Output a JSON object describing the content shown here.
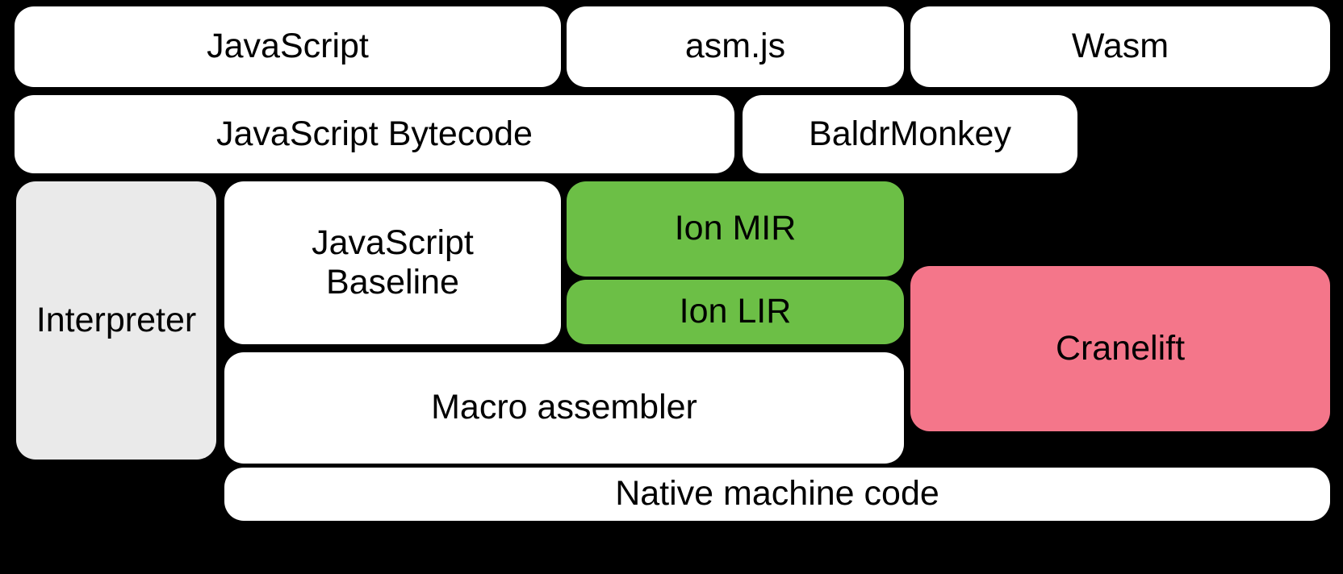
{
  "diagram": {
    "title": "SpiderMonkey JavaScript and WebAssembly compilation pipeline",
    "background_color": "#000000",
    "palette": {
      "white": "#ffffff",
      "gray": "#eaeaea",
      "green": "#6cbf46",
      "pink": "#f4768a",
      "text": "#000000"
    },
    "rows": [
      {
        "name": "source-languages",
        "boxes": [
          {
            "id": "javascript",
            "label": "JavaScript",
            "color": "white"
          },
          {
            "id": "asm-js",
            "label": "asm.js",
            "color": "white"
          },
          {
            "id": "wasm",
            "label": "Wasm",
            "color": "white"
          }
        ]
      },
      {
        "name": "front-end-representations",
        "boxes": [
          {
            "id": "javascript-bytecode",
            "label": "JavaScript Bytecode",
            "color": "white"
          },
          {
            "id": "baldrmonkey",
            "label": "BaldrMonkey",
            "color": "white"
          }
        ]
      },
      {
        "name": "execution-tiers",
        "boxes": [
          {
            "id": "interpreter",
            "label": "Interpreter",
            "color": "gray"
          },
          {
            "id": "javascript-baseline",
            "label": "JavaScript\nBaseline",
            "color": "white"
          },
          {
            "id": "ion-mir",
            "label": "Ion MIR",
            "color": "green"
          },
          {
            "id": "ion-lir",
            "label": "Ion LIR",
            "color": "green"
          },
          {
            "id": "cranelift",
            "label": "Cranelift",
            "color": "pink"
          }
        ]
      },
      {
        "name": "code-emission",
        "boxes": [
          {
            "id": "macro-assembler",
            "label": "Macro assembler",
            "color": "white"
          }
        ]
      },
      {
        "name": "output",
        "boxes": [
          {
            "id": "native-machine-code",
            "label": "Native machine code",
            "color": "white"
          }
        ]
      }
    ]
  },
  "boxes": {
    "javascript": "JavaScript",
    "asm_js": "asm.js",
    "wasm": "Wasm",
    "javascript_bytecode": "JavaScript Bytecode",
    "baldrmonkey": "BaldrMonkey",
    "interpreter": "Interpreter",
    "javascript_baseline": "JavaScript\nBaseline",
    "ion_mir": "Ion MIR",
    "ion_lir": "Ion LIR",
    "cranelift": "Cranelift",
    "macro_assembler": "Macro assembler",
    "native_machine_code": "Native machine code"
  }
}
